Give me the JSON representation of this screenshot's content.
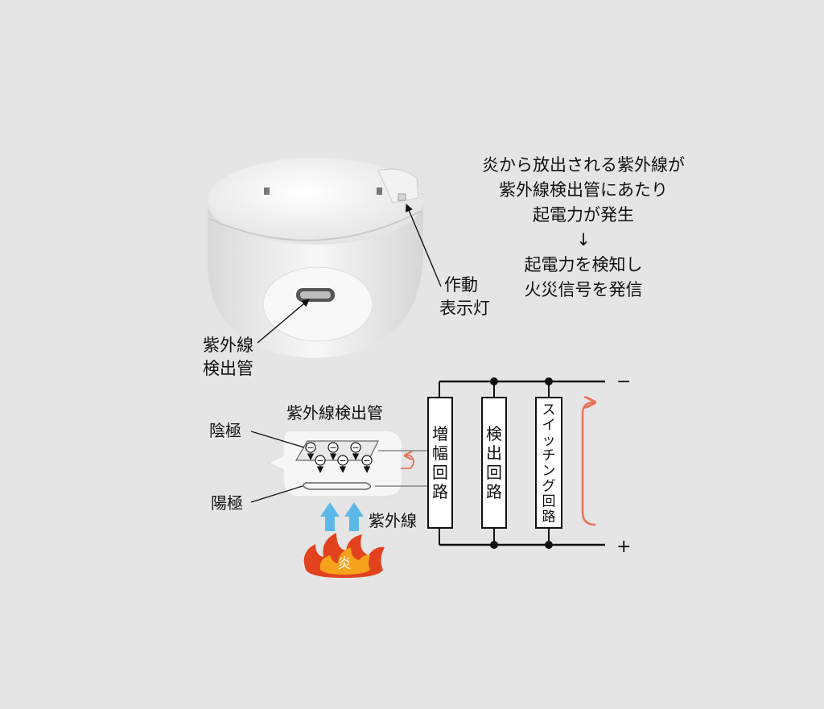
{
  "description": {
    "lines": [
      "炎から放出される紫外線が",
      "紫外線検出管にあたり",
      "起電力が発生",
      "↓",
      "起電力を検知し",
      "火災信号を発信"
    ]
  },
  "labels": {
    "indicator_1": "作動",
    "indicator_2": "表示灯",
    "uv_tube_1": "紫外線",
    "uv_tube_2": "検出管",
    "uv_tube_title": "紫外線検出管",
    "cathode": "陰極",
    "anode": "陽極",
    "ultraviolet": "紫外線",
    "flame": "炎",
    "minus": "−",
    "plus": "+",
    "electron": "−"
  },
  "circuits": [
    {
      "label": "増幅回路"
    },
    {
      "label": "検出回路"
    },
    {
      "label": "スイッチング回路"
    }
  ],
  "colors": {
    "background": "#e5e5e5",
    "detector_body": "#f4f4f4",
    "uv_arrow": "#5db8ea",
    "current_arrow": "#e8735a",
    "flame_outer": "#e2431e",
    "flame_inner": "#f6a21c",
    "wire": "#111111"
  }
}
